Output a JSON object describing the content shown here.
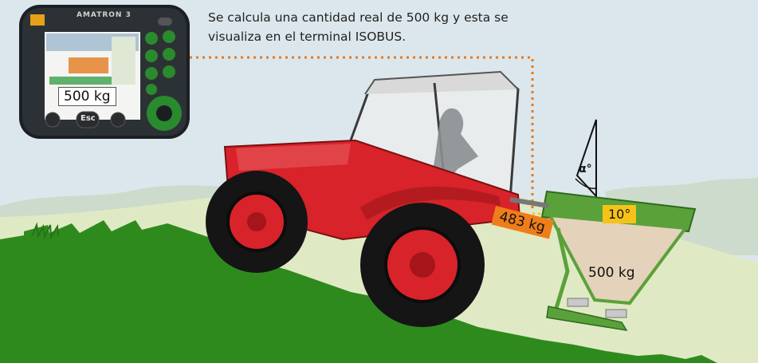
{
  "caption": {
    "line1": "Se calcula una cantidad real de 500 kg y esta se",
    "line2": "visualiza en el terminal ISOBUS."
  },
  "terminal": {
    "brand": "AMATRON 3",
    "display_weight": "500 kg",
    "esc_label": "Esc"
  },
  "measurements": {
    "measured_weight": "483 kg",
    "tilt_angle": "10°",
    "hopper_weight": "500 kg",
    "angle_symbol": "α°"
  },
  "colors": {
    "background": "#d9e6ea",
    "grass": "#2f8a1e",
    "tractor": "#d8232a",
    "spreader": "#5aa13a",
    "leader_line": "#e37b1e",
    "label_orange": "#ef7d1a",
    "label_yellow": "#f6c21a"
  }
}
